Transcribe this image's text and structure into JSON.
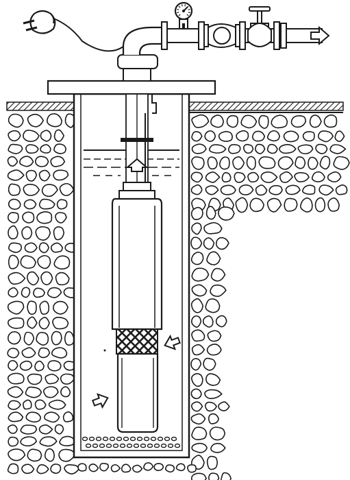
{
  "diagram": {
    "colors": {
      "ink": "#1a1a1a",
      "paper": "#ffffff",
      "water": "#f7f7f7"
    },
    "components": [
      {
        "id": "power-plug",
        "icon": "plug-icon"
      },
      {
        "id": "power-cable",
        "icon": "cable-icon"
      },
      {
        "id": "pressure-gauge",
        "icon": "gauge-icon"
      },
      {
        "id": "gate-valve",
        "icon": "valve-wheel-icon"
      },
      {
        "id": "check-valve",
        "icon": "check-valve-icon"
      },
      {
        "id": "discharge-pipe",
        "icon": "pipe-icon"
      },
      {
        "id": "well-cap",
        "icon": "well-cap-icon"
      },
      {
        "id": "well-casing",
        "icon": "casing-icon"
      },
      {
        "id": "water-level",
        "icon": "water-lines-icon"
      },
      {
        "id": "submersible-pump",
        "icon": "pump-icon"
      },
      {
        "id": "pump-intake-screen",
        "icon": "mesh-icon"
      },
      {
        "id": "gravel-wall",
        "icon": "stone-icon"
      },
      {
        "id": "ground-surface",
        "icon": "hatch-icon"
      }
    ],
    "flow_arrows": [
      {
        "id": "outlet-arrow",
        "direction": "right"
      },
      {
        "id": "rising-water-arrow",
        "direction": "up"
      },
      {
        "id": "intake-arrow-right",
        "direction": "left"
      },
      {
        "id": "intake-arrow-left",
        "direction": "right"
      }
    ]
  }
}
